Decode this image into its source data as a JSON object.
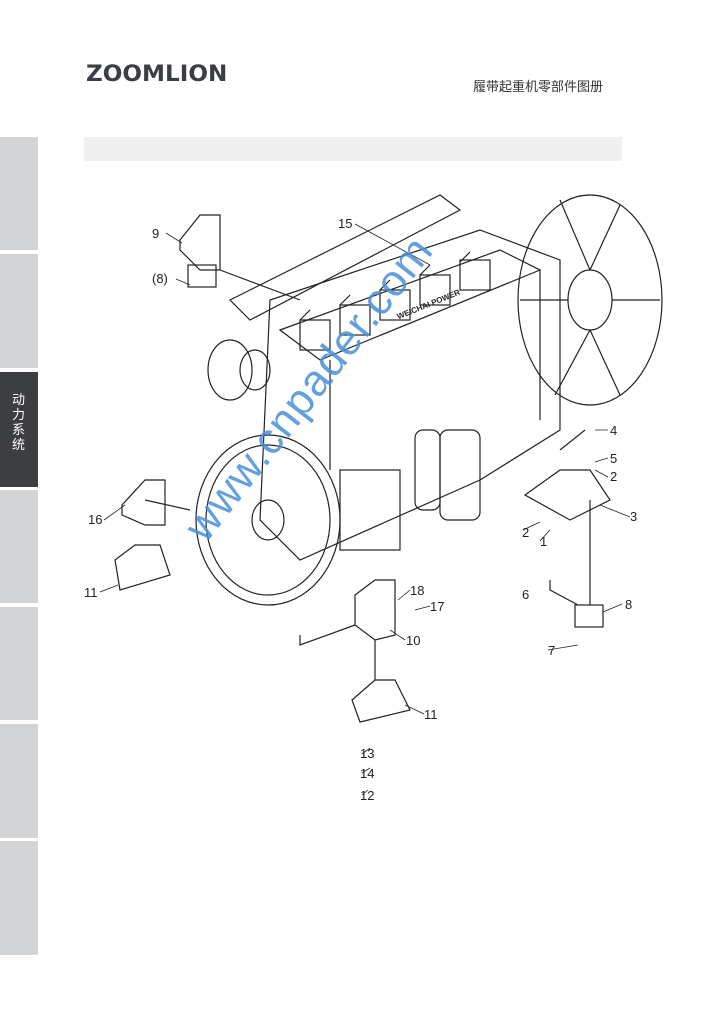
{
  "header": {
    "brand": "ZOOMLION",
    "catalog_title": "履带起重机零部件图册",
    "accent": "#a5cf55"
  },
  "side_tabs": [
    {
      "label": ""
    },
    {
      "label": ""
    },
    {
      "label": "动力系统",
      "active": true
    },
    {
      "label": ""
    },
    {
      "label": ""
    },
    {
      "label": ""
    },
    {
      "label": ""
    }
  ],
  "callouts": [
    "9",
    "(8)",
    "15",
    "4",
    "5",
    "2",
    "3",
    "2",
    "1",
    "16",
    "11",
    "6",
    "8",
    "7",
    "18",
    "17",
    "10",
    "11",
    "13",
    "14",
    "12"
  ],
  "engine_text": "WEICHAI POWER",
  "watermark": "www.cnpader.com"
}
